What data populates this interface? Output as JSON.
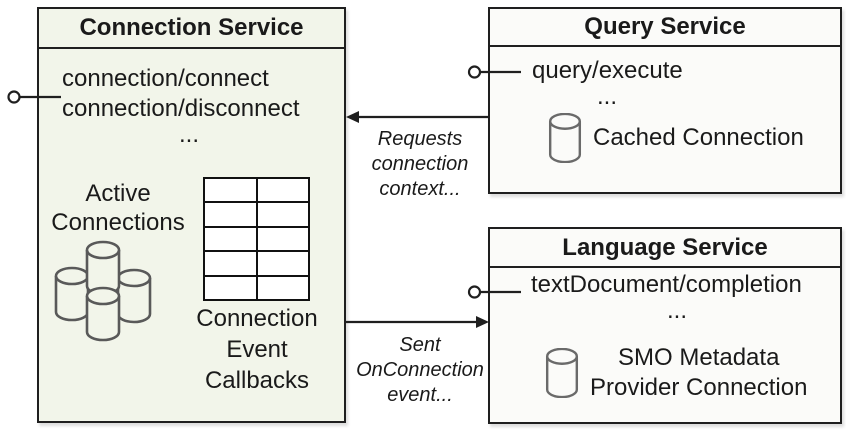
{
  "connection_service": {
    "title": "Connection Service",
    "methods": [
      "connection/connect",
      "connection/disconnect",
      "..."
    ],
    "active_connections": [
      "Active",
      "Connections"
    ],
    "callbacks": [
      "Connection",
      "Event",
      "Callbacks"
    ]
  },
  "query_service": {
    "title": "Query Service",
    "methods": [
      "query/execute",
      "..."
    ],
    "cached_connection": "Cached Connection"
  },
  "language_service": {
    "title": "Language Service",
    "methods": [
      "textDocument/completion",
      "..."
    ],
    "provider": [
      "SMO Metadata",
      "Provider Connection"
    ]
  },
  "arrows": {
    "requests_label": [
      "Requests",
      "connection",
      "context..."
    ],
    "sent_label": [
      "Sent",
      "OnConnection",
      "event..."
    ]
  },
  "icons": {
    "database_cluster": "database-cluster-icon",
    "database": "database-icon",
    "interface_lollipop": "interface-lollipop-icon"
  },
  "colors": {
    "background": "#ffffff",
    "connection_box_fill": "#f2f5ea",
    "service_box_fill": "#fbfbf9",
    "border": "#1f1f1f",
    "cylinder_stroke": "#595959",
    "text": "#1a1a1a"
  }
}
